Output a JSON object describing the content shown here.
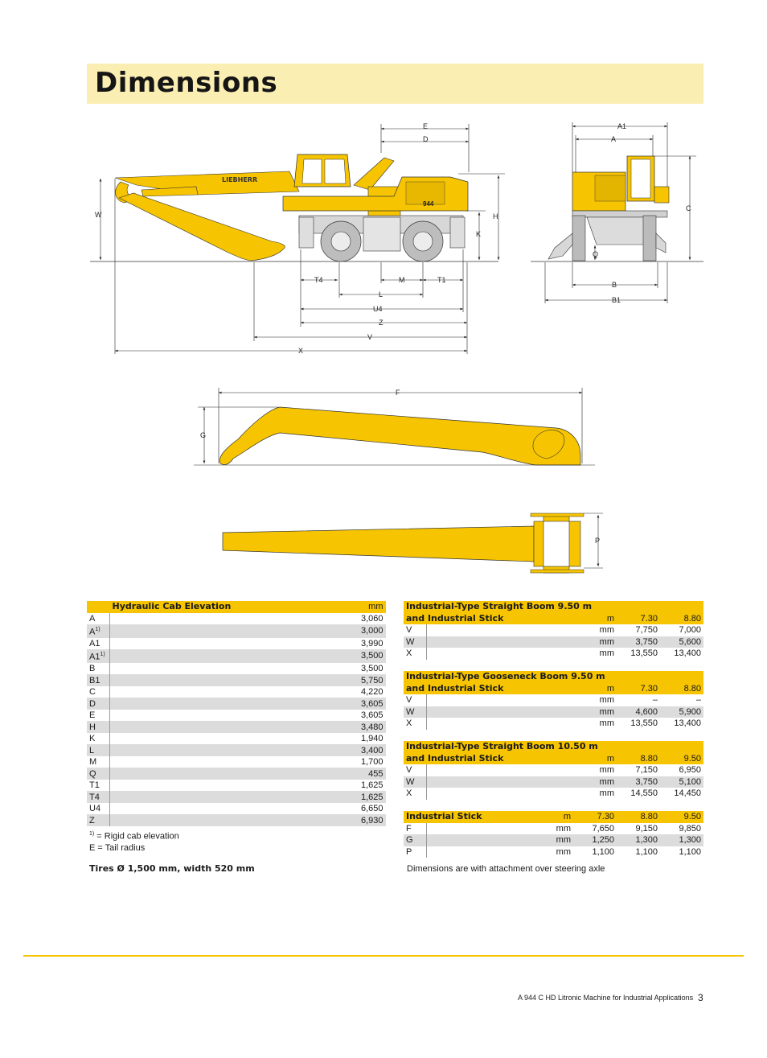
{
  "page": {
    "title": "Dimensions",
    "brand_text": "LIEBHERR",
    "model_badge": "944",
    "footer_text": "A 944 C HD Litronic Machine for Industrial Applications",
    "page_number": "3",
    "accent_color": "#f6c400",
    "band_color": "#fbeeb2"
  },
  "drawing_labels": {
    "E": "E",
    "D": "D",
    "W": "W",
    "H": "H",
    "K": "K",
    "T4": "T4",
    "M": "M",
    "T1": "T1",
    "L": "L",
    "U4": "U4",
    "Z": "Z",
    "V": "V",
    "X": "X",
    "A1": "A1",
    "A": "A",
    "C": "C",
    "Q": "Q",
    "B": "B",
    "B1": "B1",
    "F": "F",
    "G": "G",
    "P": "P"
  },
  "table_cab": {
    "title": "Hydraulic Cab Elevation",
    "unit": "mm",
    "rows": [
      {
        "code": "A",
        "sup": "",
        "value": "3,060"
      },
      {
        "code": "A",
        "sup": "1)",
        "value": "3,000"
      },
      {
        "code": "A1",
        "sup": "",
        "value": "3,990"
      },
      {
        "code": "A1",
        "sup": "1)",
        "value": "3,500"
      },
      {
        "code": "B",
        "sup": "",
        "value": "3,500"
      },
      {
        "code": "B1",
        "sup": "",
        "value": "5,750"
      },
      {
        "code": "C",
        "sup": "",
        "value": "4,220"
      },
      {
        "code": "D",
        "sup": "",
        "value": "3,605"
      },
      {
        "code": "E",
        "sup": "",
        "value": "3,605"
      },
      {
        "code": "H",
        "sup": "",
        "value": "3,480"
      },
      {
        "code": "K",
        "sup": "",
        "value": "1,940"
      },
      {
        "code": "L",
        "sup": "",
        "value": "3,400"
      },
      {
        "code": "M",
        "sup": "",
        "value": "1,700"
      },
      {
        "code": "Q",
        "sup": "",
        "value": "455"
      },
      {
        "code": "T1",
        "sup": "",
        "value": "1,625"
      },
      {
        "code": "T4",
        "sup": "",
        "value": "1,625"
      },
      {
        "code": "U4",
        "sup": "",
        "value": "6,650"
      },
      {
        "code": "Z",
        "sup": "",
        "value": "6,930"
      }
    ],
    "footnote_sup": "1)",
    "footnote_1": " = Rigid cab elevation",
    "footnote_2": "E = Tail radius"
  },
  "tires_note": "Tires Ø 1,500 mm, width 520 mm",
  "table_straight_950": {
    "title1": "Industrial-Type Straight Boom 9.50 m",
    "title2": "and Industrial Stick",
    "unit": "m",
    "col1": "7.30",
    "col2": "8.80",
    "rows": [
      {
        "code": "V",
        "unit": "mm",
        "v1": "7,750",
        "v2": "7,000"
      },
      {
        "code": "W",
        "unit": "mm",
        "v1": "3,750",
        "v2": "5,600"
      },
      {
        "code": "X",
        "unit": "mm",
        "v1": "13,550",
        "v2": "13,400"
      }
    ]
  },
  "table_gooseneck_950": {
    "title1": "Industrial-Type Gooseneck Boom 9.50 m",
    "title2": "and Industrial Stick",
    "unit": "m",
    "col1": "7.30",
    "col2": "8.80",
    "rows": [
      {
        "code": "V",
        "unit": "mm",
        "v1": "–",
        "v2": "–"
      },
      {
        "code": "W",
        "unit": "mm",
        "v1": "4,600",
        "v2": "5,900"
      },
      {
        "code": "X",
        "unit": "mm",
        "v1": "13,550",
        "v2": "13,400"
      }
    ]
  },
  "table_straight_1050": {
    "title1": "Industrial-Type Straight Boom 10.50 m",
    "title2": "and Industrial Stick",
    "unit": "m",
    "col1": "8.80",
    "col2": "9.50",
    "rows": [
      {
        "code": "V",
        "unit": "mm",
        "v1": "7,150",
        "v2": "6,950"
      },
      {
        "code": "W",
        "unit": "mm",
        "v1": "3,750",
        "v2": "5,100"
      },
      {
        "code": "X",
        "unit": "mm",
        "v1": "14,550",
        "v2": "14,450"
      }
    ]
  },
  "table_stick": {
    "title": "Industrial Stick",
    "unit": "m",
    "col1": "7.30",
    "col2": "8.80",
    "col3": "9.50",
    "rows": [
      {
        "code": "F",
        "unit": "mm",
        "v1": "7,650",
        "v2": "9,150",
        "v3": "9,850"
      },
      {
        "code": "G",
        "unit": "mm",
        "v1": "1,250",
        "v2": "1,300",
        "v3": "1,300"
      },
      {
        "code": "P",
        "unit": "mm",
        "v1": "1,100",
        "v2": "1,100",
        "v3": "1,100"
      }
    ]
  },
  "attachment_note": "Dimensions are with attachment over steering axle"
}
